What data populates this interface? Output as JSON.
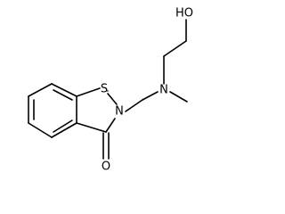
{
  "molecule": {
    "atoms": {
      "hydroxyl": "HO",
      "amine_n": "N",
      "ring_sulfur": "S",
      "ring_nitrogen": "N",
      "carbonyl_oxygen": "O"
    }
  }
}
